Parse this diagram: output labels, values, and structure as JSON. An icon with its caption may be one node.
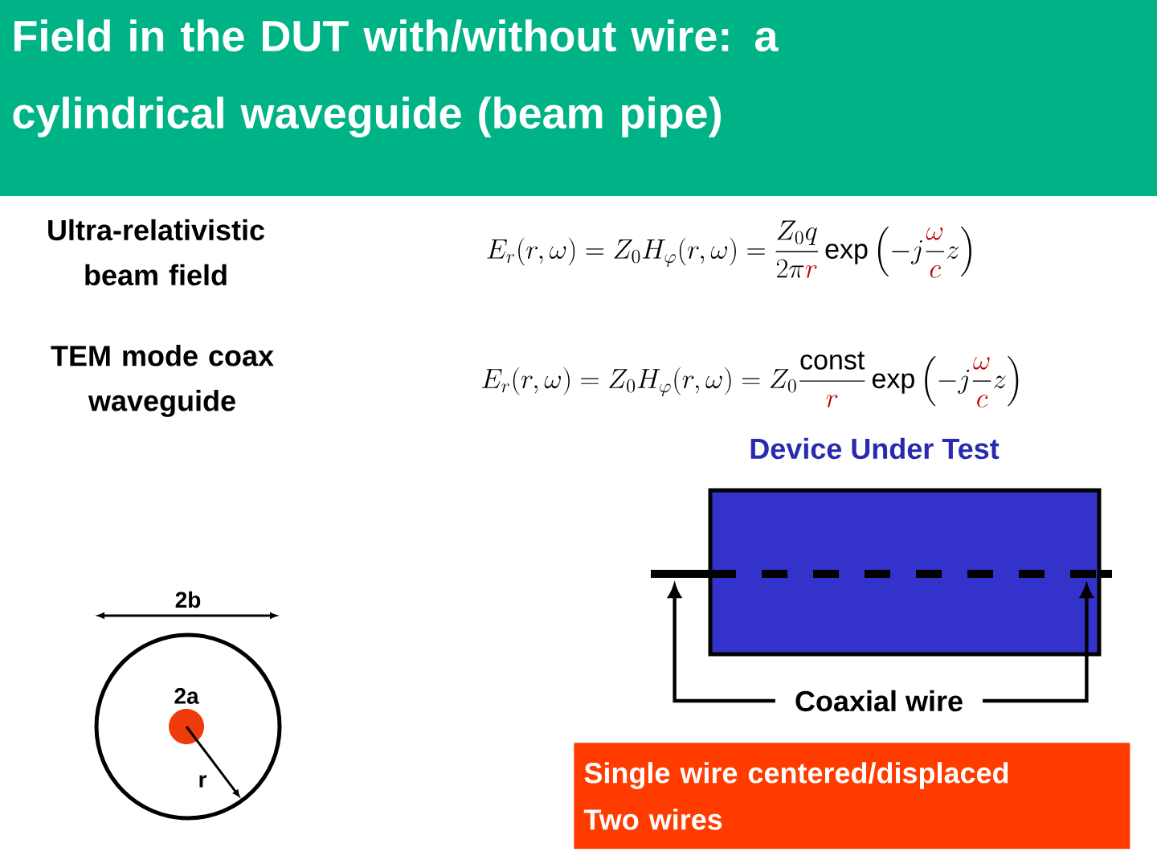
{
  "diagram": {
    "title": "Field in the DUT with/without wire: a cylindrical waveguide (beam pipe)",
    "nodes": [
      {
        "text": [
          "Device Under Test"
        ]
      },
      {
        "text": [
          "Coaxial wire"
        ]
      },
      {
        "text": [],
        "shape": "bar"
      },
      {
        "text": [
          "Single wire centered/displaced",
          "Two wires"
        ]
      }
    ],
    "edges": [
      {
        "from": 1,
        "to": 2,
        "arrow": "to"
      },
      {
        "from": 1,
        "to": 2,
        "arrow": "to"
      }
    ],
    "labels": [
      "Ultra-relativistic beam field",
      "E_r(r,\\omega) = Z_0 H_\\varphi(r,\\omega) = \\frac{Z_0 q}{2\\pi {\\color[HTML]{C00000}r}} \\exp\\left(-j\\frac{{\\color[HTML]{C00000}\\omega}}{{\\color[HTML]{C00000}c}} z\\right)",
      "TEM mode coax waveguide",
      "E_r(r,\\omega) = Z_0 H_\\varphi(r,\\omega) = Z_0\\frac{\\mathrm{const}}{{\\color[HTML]{C00000}r}} \\exp\\left(-j\\frac{{\\color[HTML]{C00000}\\omega}}{{\\color[HTML]{C00000}c}} z\\right)",
      "2b",
      "2a",
      "r"
    ]
  }
}
